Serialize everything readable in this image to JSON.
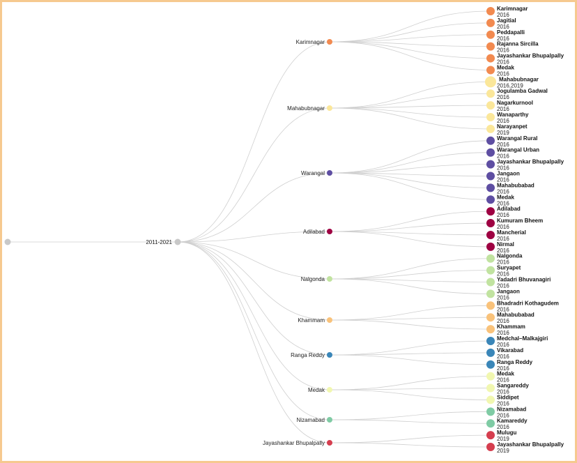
{
  "tree": {
    "root_label": "",
    "center_label": "2011-2021",
    "colors": {
      "root": "#c8c8c8",
      "link": "#cfcfcf",
      "frame": "#f6c98f"
    },
    "districts": [
      {
        "name": "Karimnagar",
        "color": "#f28a50",
        "children": [
          {
            "name": "Karimnagar",
            "year": "2016"
          },
          {
            "name": "Jagitial",
            "year": "2016"
          },
          {
            "name": "Peddapalli",
            "year": "2016"
          },
          {
            "name": "Rajanna Sircilla",
            "year": "2016"
          },
          {
            "name": "Jayashankar Bhupalpally",
            "year": "2016"
          },
          {
            "name": "Medak",
            "year": "2016"
          }
        ]
      },
      {
        "name": "Mahabubnagar",
        "color": "#fbe79a",
        "children": [
          {
            "name": "Mahabubnagar",
            "year": "2016,2019",
            "big": true
          },
          {
            "name": "Jogulamba Gadwal",
            "year": "2016"
          },
          {
            "name": "Nagarkurnool",
            "year": "2016"
          },
          {
            "name": "Wanaparthy",
            "year": "2016"
          },
          {
            "name": "Narayanpet",
            "year": "2019"
          }
        ]
      },
      {
        "name": "Warangal",
        "color": "#5e4ea2",
        "children": [
          {
            "name": "Warangal Rural",
            "year": "2016"
          },
          {
            "name": "Warangal Urban",
            "year": "2016"
          },
          {
            "name": "Jayashankar Bhupalpally",
            "year": "2016"
          },
          {
            "name": "Jangaon",
            "year": "2016"
          },
          {
            "name": "Mahabubabad",
            "year": "2016"
          },
          {
            "name": "Medak",
            "year": "2016"
          }
        ]
      },
      {
        "name": "Adilabad",
        "color": "#9e0142",
        "children": [
          {
            "name": "Adilabad",
            "year": "2016"
          },
          {
            "name": "Kumuram Bheem",
            "year": "2016"
          },
          {
            "name": "Mancherial",
            "year": "2016"
          },
          {
            "name": "Nirmal",
            "year": "2016"
          }
        ]
      },
      {
        "name": "Nalgonda",
        "color": "#c1e3a0",
        "children": [
          {
            "name": "Nalgonda",
            "year": "2016"
          },
          {
            "name": "Suryapet",
            "year": "2016"
          },
          {
            "name": "Yadadri Bhuvanagiri",
            "year": "2016"
          },
          {
            "name": "Jangaon",
            "year": "2016"
          }
        ]
      },
      {
        "name": "Khammam",
        "color": "#f9c27a",
        "children": [
          {
            "name": "Bhadradri Kothagudem",
            "year": "2016"
          },
          {
            "name": "Mahabubabad",
            "year": "2016"
          },
          {
            "name": "Khammam",
            "year": "2016"
          }
        ]
      },
      {
        "name": "Ranga Reddy",
        "color": "#3a86b8",
        "children": [
          {
            "name": "Medchal–Malkajgiri",
            "year": "2016"
          },
          {
            "name": "Vikarabad",
            "year": "2016"
          },
          {
            "name": "Ranga Reddy",
            "year": "2016"
          }
        ]
      },
      {
        "name": "Medak",
        "color": "#f1f7b0",
        "children": [
          {
            "name": "Medak",
            "year": "2016"
          },
          {
            "name": "Sangareddy",
            "year": "2016"
          },
          {
            "name": "Siddipet",
            "year": "2016"
          }
        ]
      },
      {
        "name": "Nizamabad",
        "color": "#7fcba4",
        "children": [
          {
            "name": "Nizamabad",
            "year": "2016"
          },
          {
            "name": "Kamareddy",
            "year": "2016"
          }
        ]
      },
      {
        "name": "Jayashankar Bhupalpally",
        "color": "#d53e4f",
        "children": [
          {
            "name": "Mulugu",
            "year": "2019"
          },
          {
            "name": "Jayashankar Bhupalpally",
            "year": "2019"
          }
        ]
      }
    ]
  }
}
